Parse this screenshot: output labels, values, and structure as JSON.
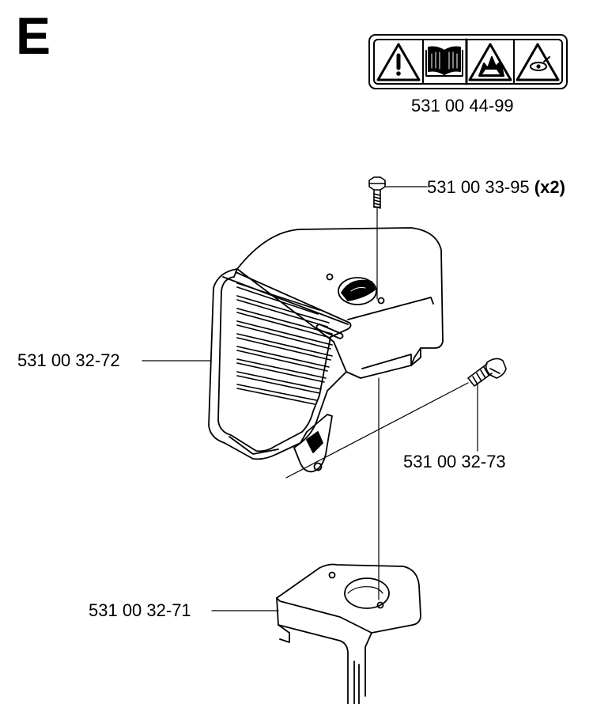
{
  "section": {
    "letter": "E"
  },
  "decal": {
    "part_number": "531 00 44-99",
    "icons": [
      "warning-icon",
      "read-manual-icon",
      "hot-surface-icon",
      "eye-protection-icon"
    ]
  },
  "parts": {
    "screw_top": {
      "number": "531 00 33-95",
      "qty": "(x2)"
    },
    "shield": {
      "number": "531 00 32-72"
    },
    "bolt": {
      "number": "531 00 32-73"
    },
    "bracket": {
      "number": "531 00 32-71"
    }
  }
}
